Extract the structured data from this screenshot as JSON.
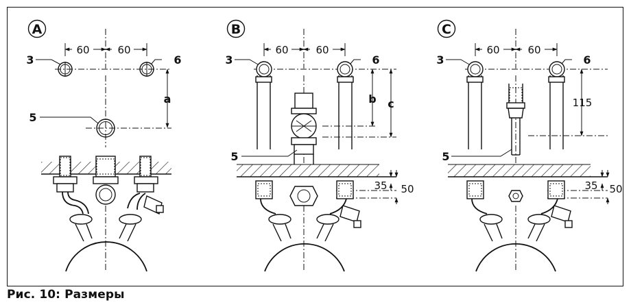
{
  "caption": "Рис. 10: Размеры",
  "panels": [
    {
      "letter": "A",
      "dim_left": "60",
      "dim_right": "60",
      "label_left": "3",
      "label_right": "6",
      "label_bottom": "5",
      "dim_vertical": "a"
    },
    {
      "letter": "B",
      "dim_left": "60",
      "dim_right": "60",
      "label_left": "3",
      "label_right": "6",
      "label_bottom": "5",
      "dim_inner": "b",
      "dim_outer": "c",
      "dim_small": "35",
      "dim_large": "50"
    },
    {
      "letter": "C",
      "dim_left": "60",
      "dim_right": "60",
      "label_left": "3",
      "label_right": "6",
      "label_bottom": "5",
      "dim_vertical": "115",
      "dim_small": "35",
      "dim_large": "50"
    }
  ]
}
